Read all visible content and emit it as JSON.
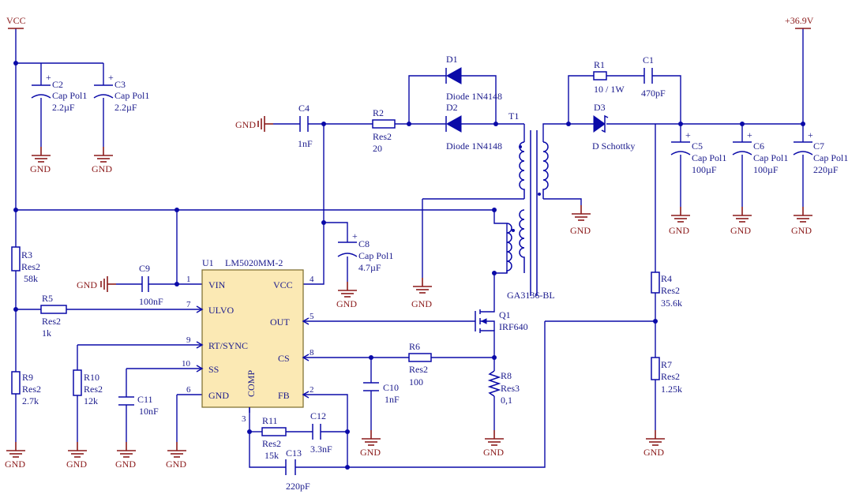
{
  "rails": {
    "vcc": "VCC",
    "v_out": "+36.9V"
  },
  "ground_label": "GND",
  "components": {
    "C2": {
      "ref": "C2",
      "type": "Cap Pol1",
      "value": "2.2µF"
    },
    "C3": {
      "ref": "C3",
      "type": "Cap Pol1",
      "value": "2.2µF"
    },
    "C4": {
      "ref": "C4",
      "value": "1nF"
    },
    "R2": {
      "ref": "R2",
      "type": "Res2",
      "value": "20"
    },
    "D1": {
      "ref": "D1",
      "type": "Diode 1N4148"
    },
    "D2": {
      "ref": "D2",
      "type": "Diode 1N4148"
    },
    "T1": {
      "ref": "T1",
      "type": "GA3136-BL"
    },
    "R1": {
      "ref": "R1",
      "value": "10 / 1W"
    },
    "C1": {
      "ref": "C1",
      "value": "470pF"
    },
    "D3": {
      "ref": "D3",
      "type": "D Schottky"
    },
    "C5": {
      "ref": "C5",
      "type": "Cap Pol1",
      "value": "100µF"
    },
    "C6": {
      "ref": "C6",
      "type": "Cap Pol1",
      "value": "100µF"
    },
    "C7": {
      "ref": "C7",
      "type": "Cap Pol1",
      "value": "220µF"
    },
    "C8": {
      "ref": "C8",
      "type": "Cap Pol1",
      "value": "4.7µF"
    },
    "C9": {
      "ref": "C9",
      "value": "100nF"
    },
    "R3": {
      "ref": "R3",
      "type": "Res2",
      "value": "58k"
    },
    "R5": {
      "ref": "R5",
      "type": "Res2",
      "value": "1k"
    },
    "R9": {
      "ref": "R9",
      "type": "Res2",
      "value": "2.7k"
    },
    "R10": {
      "ref": "R10",
      "type": "Res2",
      "value": "12k"
    },
    "C11": {
      "ref": "C11",
      "value": "10nF"
    },
    "Q1": {
      "ref": "Q1",
      "type": "IRF640"
    },
    "R6": {
      "ref": "R6",
      "type": "Res2",
      "value": "100"
    },
    "C10": {
      "ref": "C10",
      "value": "1nF"
    },
    "R8": {
      "ref": "R8",
      "type": "Res3",
      "value": "0,1"
    },
    "R4": {
      "ref": "R4",
      "type": "Res2",
      "value": "35.6k"
    },
    "R7": {
      "ref": "R7",
      "type": "Res2",
      "value": "1.25k"
    },
    "R11": {
      "ref": "R11",
      "type": "Res2",
      "value": "15k"
    },
    "C12": {
      "ref": "C12",
      "value": "3.3nF"
    },
    "C13": {
      "ref": "C13",
      "value": "220pF"
    }
  },
  "ic": {
    "ref": "U1",
    "part": "LM5020MM-2",
    "pins_left": [
      "VIN",
      "ULVO",
      "RT/SYNC",
      "SS",
      "GND"
    ],
    "pins_left_nums": [
      "1",
      "7",
      "9",
      "10",
      "6"
    ],
    "pins_right": [
      "VCC",
      "OUT",
      "CS",
      "FB"
    ],
    "pins_right_nums": [
      "4",
      "5",
      "8",
      "2"
    ],
    "comp_label": "COMP",
    "comp_num": "3"
  }
}
